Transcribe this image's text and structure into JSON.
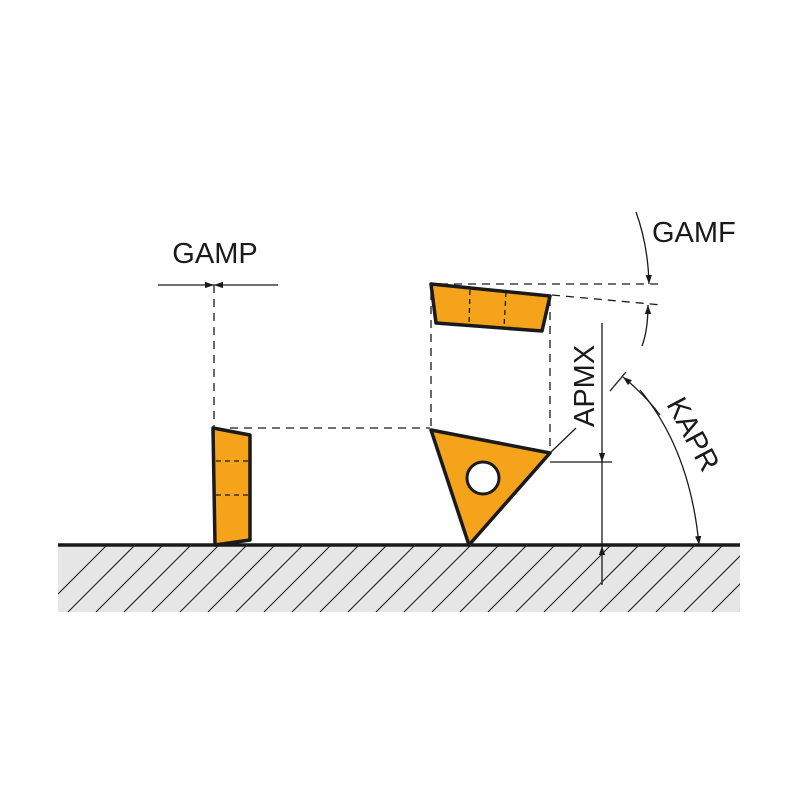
{
  "labels": {
    "gamp": "GAMP",
    "gamf": "GAMF",
    "apmx": "APMX",
    "kapr": "KAPR"
  },
  "colors": {
    "insert": "#f5a31a",
    "outline": "#1a1a1a",
    "workpiece": "#e6e6e6"
  }
}
